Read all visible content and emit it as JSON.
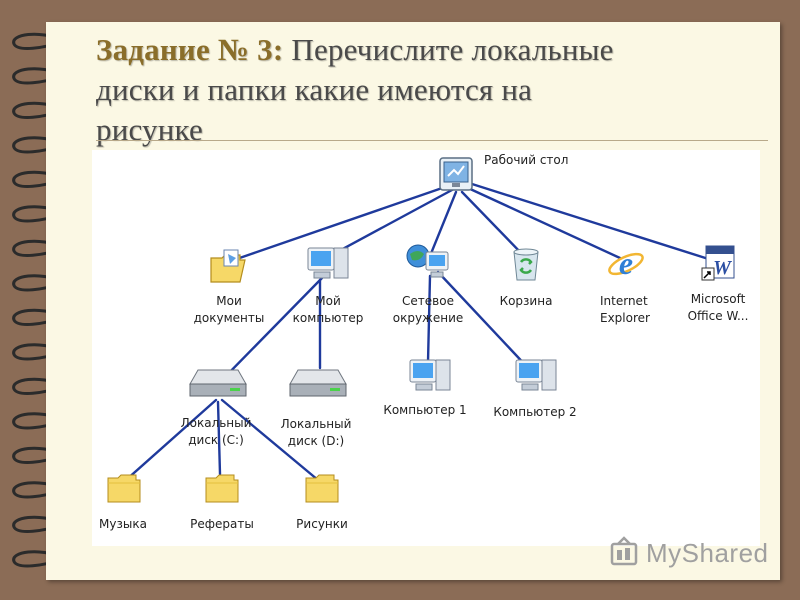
{
  "slide": {
    "task_label": "Задание № 3:",
    "question_line1": " Перечислите локальные",
    "question_line2": "диски и папки какие имеются на",
    "question_line3": "рисунке"
  },
  "tree": {
    "desktop": "Рабочий стол",
    "my_documents": "Мои\nдокументы",
    "my_computer": "Мой\nкомпьютер",
    "network": "Сетевое\nокружение",
    "recycle_bin": "Корзина",
    "internet_explorer": "Internet\nExplorer",
    "ms_office": "Microsoft\nOffice W...",
    "local_disk_c": "Локальный\nдиск (C:)",
    "local_disk_d": "Локальный\nдиск (D:)",
    "computer_1": "Компьютер 1",
    "computer_2": "Компьютер 2",
    "folder_music": "Музыка",
    "folder_essays": "Рефераты",
    "folder_pictures": "Рисунки"
  },
  "watermark": {
    "text": "MyShared",
    "logo": "myshared-logo"
  },
  "colors": {
    "background": "#8b6c56",
    "paper": "#fbf8e4",
    "accent": "#8a6e2a",
    "connector": "#1f3a9c"
  }
}
